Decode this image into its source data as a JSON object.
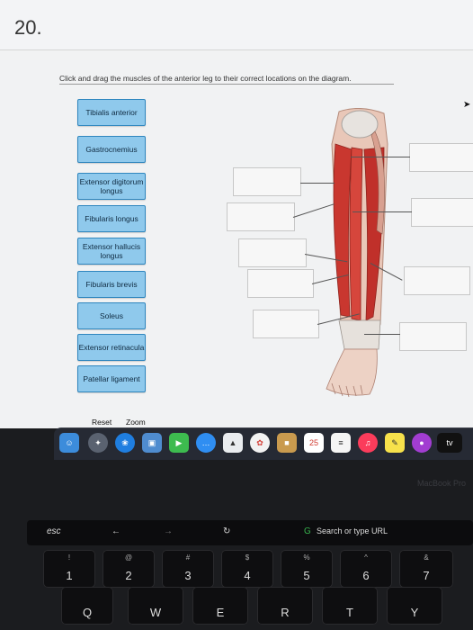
{
  "question": {
    "number": "20."
  },
  "instructions": "Click and drag the muscles of the anterior leg to their correct locations on the diagram.",
  "labels": [
    "Tibialis anterior",
    "Gastrocnemius",
    "Extensor digitorum longus",
    "Fibularis longus",
    "Extensor hallucis longus",
    "Fibularis brevis",
    "Soleus",
    "Extensor retinacula",
    "Patellar ligament"
  ],
  "toolbar": {
    "reset": "Reset",
    "zoom": "Zoom"
  },
  "dock": {
    "calendar_day": "25",
    "tv_label": "tv",
    "laptop_name": "MacBook Pro"
  },
  "touchbar": {
    "esc": "esc",
    "search": "Search or type URL"
  },
  "keys": {
    "row1": [
      {
        "sym": "!",
        "main": "1"
      },
      {
        "sym": "@",
        "main": "2"
      },
      {
        "sym": "#",
        "main": "3"
      },
      {
        "sym": "$",
        "main": "4"
      },
      {
        "sym": "%",
        "main": "5"
      },
      {
        "sym": "^",
        "main": "6"
      },
      {
        "sym": "&",
        "main": "7"
      }
    ],
    "row2": [
      "Q",
      "W",
      "E",
      "R",
      "T",
      "Y"
    ]
  },
  "colors": {
    "card_fill": "#8fc9ec",
    "card_border": "#2f86be",
    "muscle": "#c9372f"
  }
}
